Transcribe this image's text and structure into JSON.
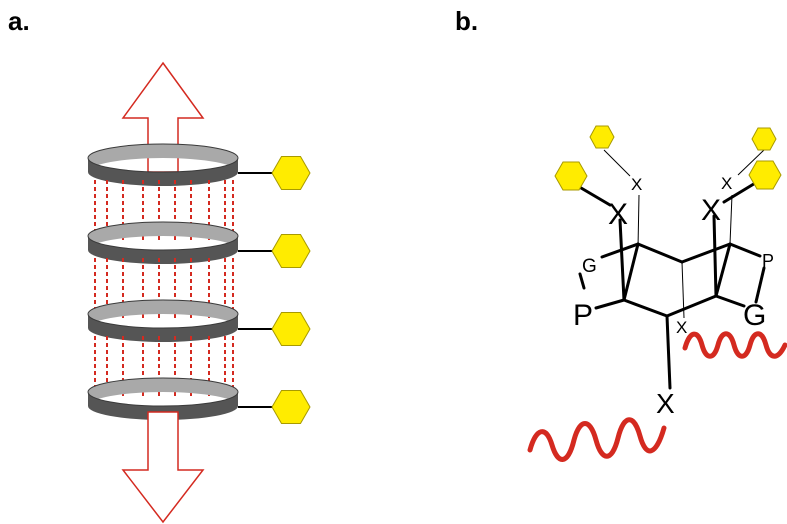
{
  "panels": {
    "a": {
      "label": "a.",
      "ring_count": 4,
      "substituent_count": 4
    },
    "b": {
      "label": "b."
    }
  },
  "atoms": {
    "x_large_left": "X",
    "x_large_right": "X",
    "x_small_top_left": "X",
    "x_small_top_right": "X",
    "x_center": "X",
    "x_bottom": "X",
    "g_left": "G",
    "g_right": "G",
    "p_left": "P",
    "p_right": "P"
  },
  "colors": {
    "ring_dark": "#555555",
    "ring_light": "#a9a9a9",
    "arrow": "#d42a20",
    "hbond": "#d42a20",
    "hexagon_fill": "#ffec00",
    "hexagon_stroke": "#a89a00",
    "wavy": "#d42a20",
    "bond": "#000000"
  }
}
